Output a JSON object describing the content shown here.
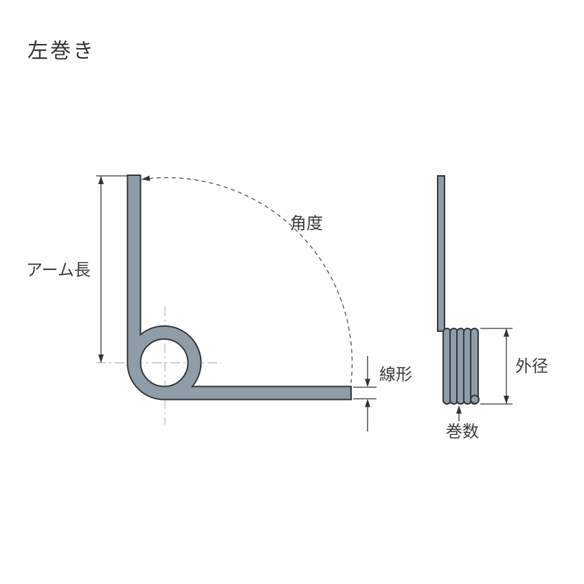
{
  "title": "左巻き",
  "front_view": {
    "arm_length_label": "アーム長",
    "angle_label": "角度",
    "wire_diameter_label": "線形"
  },
  "side_view": {
    "outer_diameter_label": "外径",
    "coil_count_label": "巻数"
  },
  "colors": {
    "wire_fill": "#8e9da8",
    "wire_outline": "#2f3437",
    "dimension_line": "#333333",
    "centerline": "#b5b5b5",
    "text": "#3c3c3c",
    "background": "#ffffff"
  }
}
